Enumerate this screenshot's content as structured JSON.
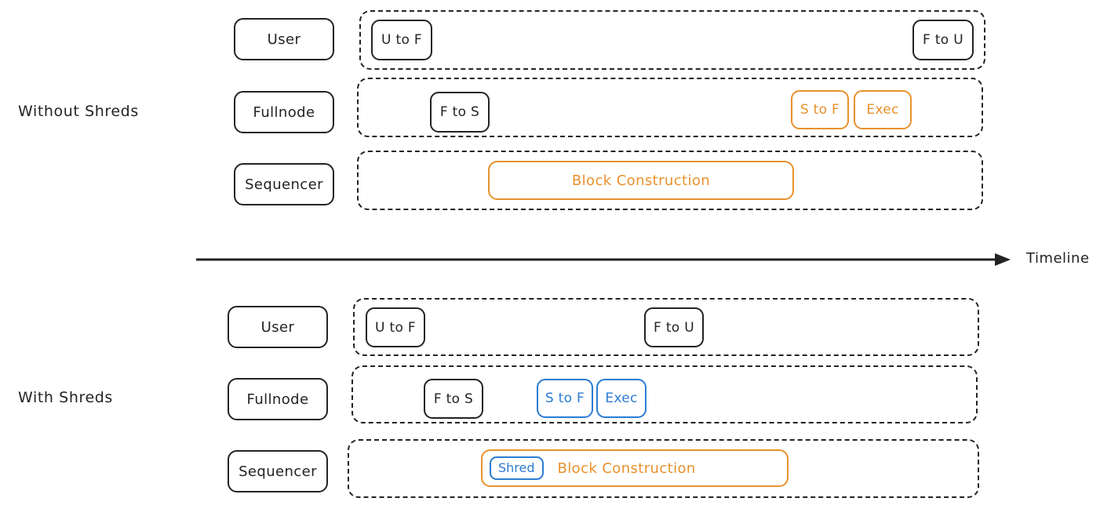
{
  "diagram": {
    "timeline": {
      "label": "Timeline",
      "axis_icon": "arrow-right-icon"
    },
    "colors": {
      "ink": "#232323",
      "orange": "#e8912d",
      "blue": "#2b7cd3",
      "background": "#ffffff"
    },
    "sections": [
      {
        "id": "without-shreds",
        "label": "Without Shreds",
        "lanes": [
          {
            "id": "user",
            "actor": "User",
            "events": [
              {
                "id": "u-to-f",
                "label": "U to F",
                "color": "dark"
              },
              {
                "id": "f-to-u",
                "label": "F to U",
                "color": "dark"
              }
            ]
          },
          {
            "id": "fullnode",
            "actor": "Fullnode",
            "events": [
              {
                "id": "f-to-s",
                "label": "F to S",
                "color": "dark"
              },
              {
                "id": "s-to-f",
                "label": "S to F",
                "color": "orange"
              },
              {
                "id": "exec",
                "label": "Exec",
                "color": "orange"
              }
            ]
          },
          {
            "id": "sequencer",
            "actor": "Sequencer",
            "events": [
              {
                "id": "block-construction",
                "label": "Block Construction",
                "color": "orange"
              }
            ]
          }
        ]
      },
      {
        "id": "with-shreds",
        "label": "With Shreds",
        "lanes": [
          {
            "id": "user",
            "actor": "User",
            "events": [
              {
                "id": "u-to-f",
                "label": "U to F",
                "color": "dark"
              },
              {
                "id": "f-to-u",
                "label": "F to U",
                "color": "dark"
              }
            ]
          },
          {
            "id": "fullnode",
            "actor": "Fullnode",
            "events": [
              {
                "id": "f-to-s",
                "label": "F to S",
                "color": "dark"
              },
              {
                "id": "s-to-f",
                "label": "S to F",
                "color": "blue"
              },
              {
                "id": "exec",
                "label": "Exec",
                "color": "blue"
              }
            ]
          },
          {
            "id": "sequencer",
            "actor": "Sequencer",
            "events": [
              {
                "id": "shred",
                "label": "Shred",
                "color": "blue"
              },
              {
                "id": "block-construction",
                "label": "Block Construction",
                "color": "orange"
              }
            ]
          }
        ]
      }
    ]
  }
}
